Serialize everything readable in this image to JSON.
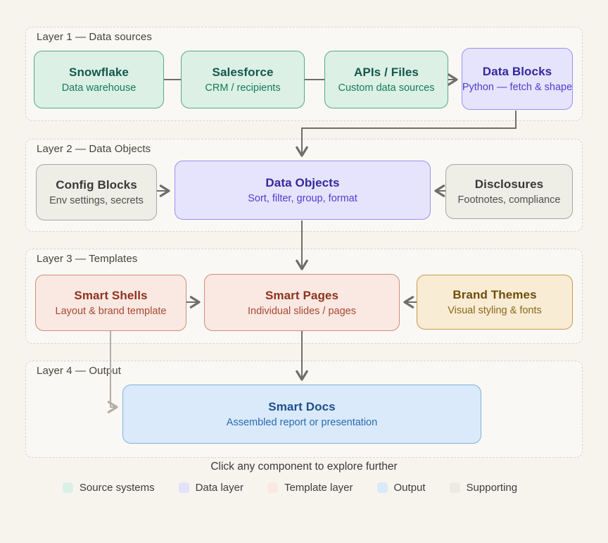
{
  "layers": [
    {
      "label": "Layer 1 — Data sources"
    },
    {
      "label": "Layer 2 — Data Objects"
    },
    {
      "label": "Layer 3 — Templates"
    },
    {
      "label": "Layer 4 — Output"
    }
  ],
  "nodes": {
    "snowflake": {
      "title": "Snowflake",
      "subtitle": "Data warehouse",
      "category": "source"
    },
    "salesforce": {
      "title": "Salesforce",
      "subtitle": "CRM / recipients",
      "category": "source"
    },
    "apis_files": {
      "title": "APIs / Files",
      "subtitle": "Custom data sources",
      "category": "source"
    },
    "data_blocks": {
      "title": "Data Blocks",
      "subtitle": "Python — fetch & shape",
      "category": "data"
    },
    "config_blocks": {
      "title": "Config Blocks",
      "subtitle": "Env settings, secrets",
      "category": "supporting"
    },
    "data_objects": {
      "title": "Data Objects",
      "subtitle": "Sort, filter, group, format",
      "category": "data"
    },
    "disclosures": {
      "title": "Disclosures",
      "subtitle": "Footnotes, compliance",
      "category": "supporting"
    },
    "smart_shells": {
      "title": "Smart Shells",
      "subtitle": "Layout & brand template",
      "category": "template"
    },
    "smart_pages": {
      "title": "Smart Pages",
      "subtitle": "Individual slides / pages",
      "category": "template"
    },
    "brand_themes": {
      "title": "Brand Themes",
      "subtitle": "Visual styling & fonts",
      "category": "brand"
    },
    "smart_docs": {
      "title": "Smart Docs",
      "subtitle": "Assembled report or presentation",
      "category": "output"
    }
  },
  "caption": "Click any component to explore further",
  "legend": [
    {
      "label": "Source systems",
      "color": "#d9f0e6"
    },
    {
      "label": "Data layer",
      "color": "#e4e1fb"
    },
    {
      "label": "Template layer",
      "color": "#fbe8e3"
    },
    {
      "label": "Output",
      "color": "#d9e9f8"
    },
    {
      "label": "Supporting",
      "color": "#eceae2"
    }
  ],
  "colors": {
    "background": "#f7f4ee",
    "container_border": "#d8d4c9",
    "arrow": "#6f6e6a",
    "arrow_light": "#b3aea4",
    "source_fill": "#dcf0e6",
    "source_border": "#55a98a",
    "source_title": "#14584a",
    "source_subtitle": "#157a5b",
    "data_fill": "#e6e3fc",
    "data_border": "#9a90f2",
    "data_title": "#34289e",
    "data_subtitle": "#4d3fd0",
    "supporting_fill": "#eeede6",
    "supporting_border": "#a9a69c",
    "supporting_title": "#3a3934",
    "supporting_subtitle": "#514f48",
    "template_fill": "#fae8e3",
    "template_border": "#d18d77",
    "template_title": "#8e331d",
    "template_subtitle": "#a74931",
    "brand_fill": "#f9ecd4",
    "brand_border": "#ca9850",
    "brand_title": "#6f4c0e",
    "brand_subtitle": "#8b671d",
    "output_fill": "#daeafa",
    "output_border": "#80b1de",
    "output_title": "#1c4f8d",
    "output_subtitle": "#2a6ab4"
  }
}
